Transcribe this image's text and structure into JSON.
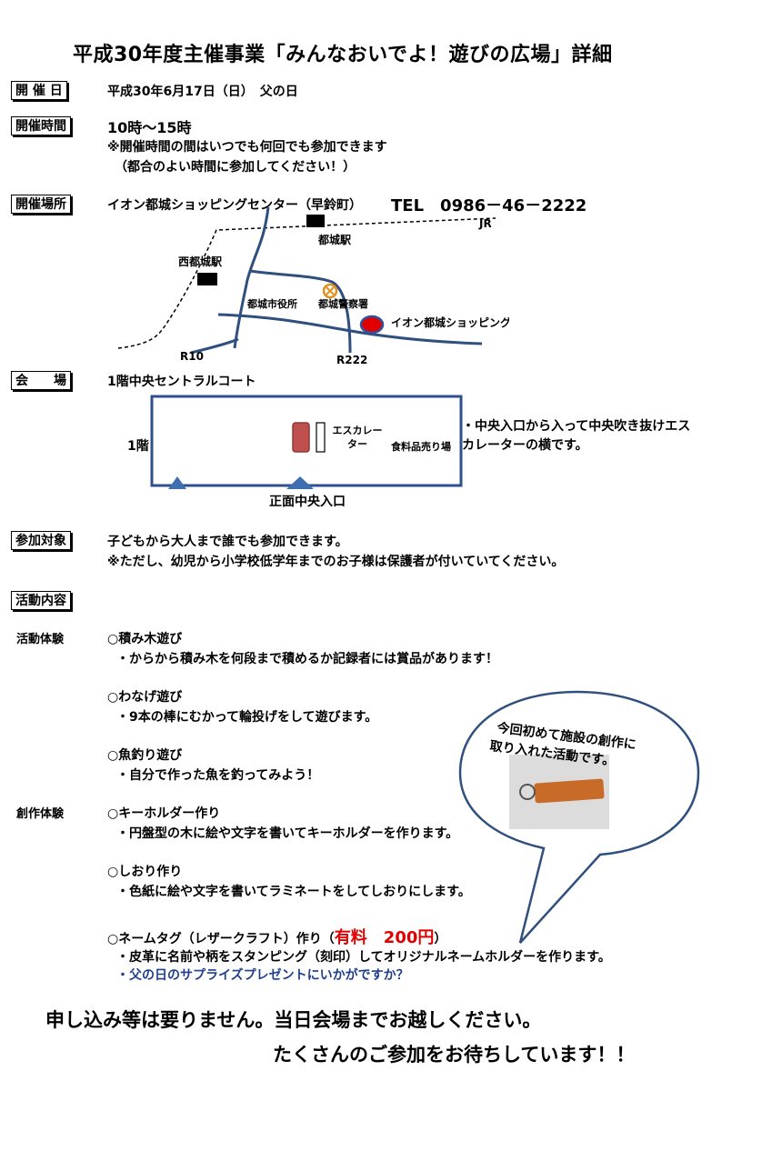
{
  "title": "平成30年度主催事業「みんなおいでよ！遊びの広場」詳細",
  "date": {
    "label": "開 催 日",
    "value": "平成30年6月17日（日）　父の日"
  },
  "time": {
    "label": "開催時間",
    "value": "10時～15時",
    "note1": "※開催時間の間はいつでも何回でも参加できます",
    "note2": "（都合のよい時間に参加してください！）"
  },
  "place": {
    "label": "開催場所",
    "name": "イオン都城ショッピングセンター（早鈴町）",
    "tel": "TEL　0986－46－2222",
    "map": {
      "jr": "JR",
      "miyakonojo_station": "都城駅",
      "nishi_station": "西都城駅",
      "city_hall": "都城市役所",
      "police": "都城警察署",
      "aeon": "イオン都城ショッピングセンター",
      "r10": "R10",
      "r222": "R222"
    }
  },
  "venue": {
    "label": "会　　場",
    "value": "1階中央セントラルコート",
    "floor": "1階",
    "escalator": "エスカレーター",
    "food": "食料品売り場",
    "entrance": "正面中央入口",
    "note": "・中央入口から入って中央吹き抜けエスカレーターの横です。"
  },
  "target": {
    "label": "参加対象",
    "line1": "子どもから大人まで誰でも参加できます。",
    "line2": "※ただし、幼児から小学校低学年までのお子様は保護者が付いていてください。"
  },
  "activities": {
    "label": "活動内容",
    "exp_label": "活動体験",
    "craft_label": "創作体験",
    "items": [
      {
        "name": "○積み木遊び",
        "desc": "・からから積み木を何段まで積めるか記録者には賞品があります！"
      },
      {
        "name": "○わなげ遊び",
        "desc": "・9本の棒にむかって輪投げをして遊びます。"
      },
      {
        "name": "○魚釣り遊び",
        "desc": "・自分で作った魚を釣ってみよう！"
      },
      {
        "name": "○キーホルダー作り",
        "desc": "・円盤型の木に絵や文字を書いてキーホルダーを作ります。"
      },
      {
        "name": "○しおり作り",
        "desc": "・色紙に絵や文字を書いてラミネートをしてしおりにします。"
      }
    ],
    "nametag": {
      "name": "○ネームタグ（レザークラフト）作り（",
      "fee": "有料　200円",
      "close": "）",
      "desc": "・皮革に名前や柄をスタンピング（刻印）してオリジナルネームホルダーを作ります。",
      "desc2": "・父の日のサプライズプレゼントにいかがですか？"
    },
    "bubble1": "今回初めて施設の創作に",
    "bubble2": "取り入れた活動です。"
  },
  "footer": {
    "line1": "申し込み等は要りません。当日会場までお越しください。",
    "line2": "たくさんのご参加をお待ちしています！！"
  },
  "colors": {
    "accent_red": "#e00000",
    "blue": "#1f3f8f",
    "venue_box": "#2f4f8f",
    "marker": "#b94a48"
  }
}
